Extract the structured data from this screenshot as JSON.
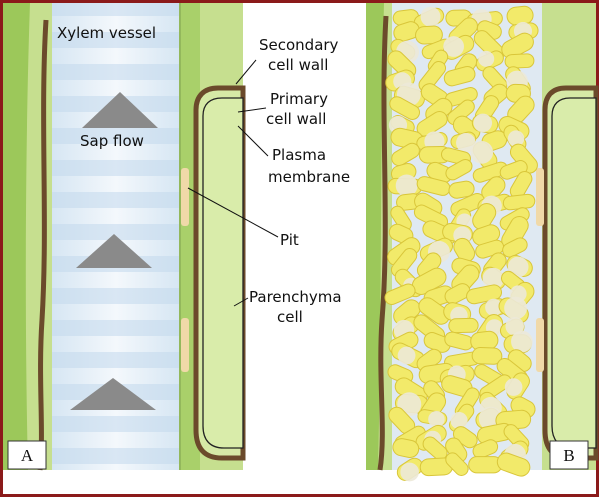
{
  "labels": {
    "xylem_vessel": "Xylem vessel",
    "sap_flow": "Sap flow",
    "secondary_cell_wall_1": "Secondary",
    "secondary_cell_wall_2": "cell wall",
    "primary_cell_wall_1": "Primary",
    "primary_cell_wall_2": "cell wall",
    "plasma_membrane_1": "Plasma",
    "plasma_membrane_2": "membrane",
    "pit": "Pit",
    "parenchyma_cell_1": "Parenchyma",
    "parenchyma_cell_2": "cell"
  },
  "panels": {
    "a": "A",
    "b": "B"
  },
  "colors": {
    "frame": "#8b1a1a",
    "wall": "#6b4a2b",
    "cell_green": "#c6df8f",
    "cell_green_dark": "#8fbf4a",
    "vessel_blue": "#cfe0ef",
    "arrow": "#8a8a8a",
    "tylose": "#f2ea6a",
    "pit": "#f0d9a8"
  }
}
